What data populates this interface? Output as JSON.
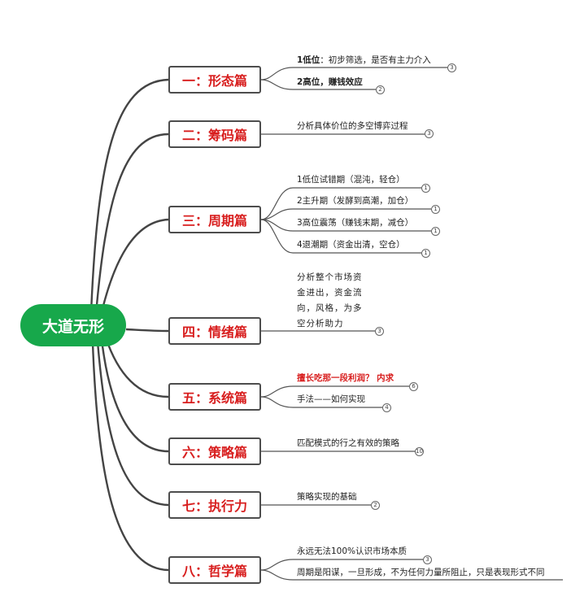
{
  "root": {
    "label": "大道无形"
  },
  "categories": [
    {
      "label": "一：形态篇",
      "items": [
        {
          "prefix": "1低位",
          "text": "：初步筛选，是否有主力介入",
          "count": "3"
        },
        {
          "text": "2高位，赚钱效应",
          "count": "2"
        }
      ]
    },
    {
      "label": "二：筹码篇",
      "items": [
        {
          "text": "分析具体价位的多空博弈过程",
          "count": "3"
        }
      ]
    },
    {
      "label": "三：周期篇",
      "items": [
        {
          "text": "1低位试错期（混沌，轻仓）",
          "count": "1"
        },
        {
          "text": "2主升期（发酵到高潮，加仓）",
          "count": "1"
        },
        {
          "text": "3高位震荡（赚钱末期，减仓）",
          "count": "1"
        },
        {
          "text": "4退潮期（资金出清，空仓）",
          "count": "1"
        }
      ]
    },
    {
      "label": "四：情绪篇",
      "items": [
        {
          "text": "分析整个市场资金进出，资金流向，风格，为多空分析助力",
          "count": "3"
        }
      ]
    },
    {
      "label": "五：系统篇",
      "items": [
        {
          "text": "擅长吃那一段利润？ 内求",
          "count": "6"
        },
        {
          "text": "手法——如何实现",
          "count": "4"
        }
      ]
    },
    {
      "label": "六：策略篇",
      "items": [
        {
          "text": "匹配模式的行之有效的策略",
          "count": "10"
        }
      ]
    },
    {
      "label": "七：执行力",
      "items": [
        {
          "text": "策略实现的基础",
          "count": "2"
        }
      ]
    },
    {
      "label": "八：哲学篇",
      "items": [
        {
          "text": "永远无法100%认识市场本质",
          "count": "3"
        },
        {
          "text": "周期是阳谋，一旦形成，不为任何力量所阻止，只是表现形式不同"
        }
      ]
    }
  ]
}
